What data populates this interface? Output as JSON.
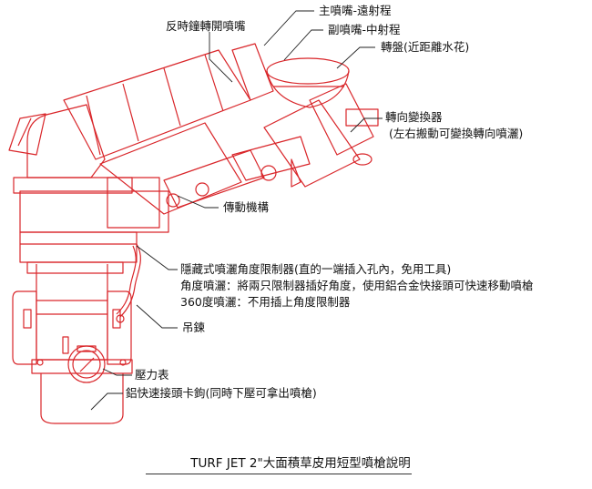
{
  "title": "TURF JET 2\"大面積草皮用短型噴槍說明",
  "colors": {
    "outline": "#d9262a",
    "leader": "#222222",
    "text": "#111111"
  },
  "labels": {
    "main_nozzle": "主噴嘴-遠射程",
    "sub_nozzle": "副噴嘴-中射程",
    "turntable": "轉盤(近距離水花)",
    "anticlockwise_nozzle": "反時鐘轉開噴嘴",
    "direction_changer": "轉向變換器",
    "direction_changer_note": "(左右搬動可變換轉向噴灑)",
    "drive_mechanism": "傳動機構",
    "limiter_1": "隱藏式噴灑角度限制器(直的一端插入孔內，免用工具)",
    "limiter_2": "角度噴灑：將兩只限制器插好角度，使用鋁合金快接頭可快速移動噴槍",
    "limiter_3": "360度噴灑：不用插上角度限制器",
    "chain": "吊鍊",
    "pressure_gauge": "壓力表",
    "quick_coupling": "鋁快速接頭卡鉤(同時下壓可拿出噴槍)"
  }
}
